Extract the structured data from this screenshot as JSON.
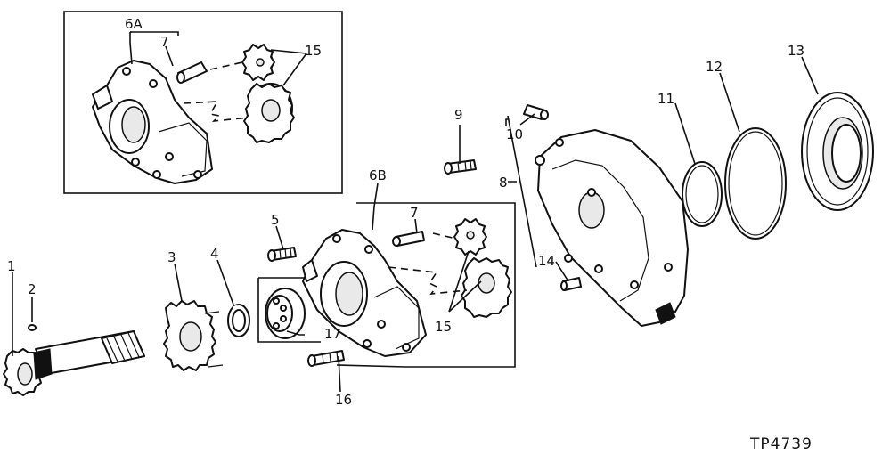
{
  "diagram": {
    "reference_code": "TP4739",
    "callouts": {
      "c1": "1",
      "c2": "2",
      "c3": "3",
      "c4": "4",
      "c5": "5",
      "c6a": "6A",
      "c6b": "6B",
      "c7a": "7",
      "c7b": "7",
      "c8": "8",
      "c9": "9",
      "c10": "10",
      "c11": "11",
      "c12": "12",
      "c13": "13",
      "c14": "14",
      "c15a": "15",
      "c15b": "15",
      "c16": "16",
      "c17": "17"
    }
  }
}
